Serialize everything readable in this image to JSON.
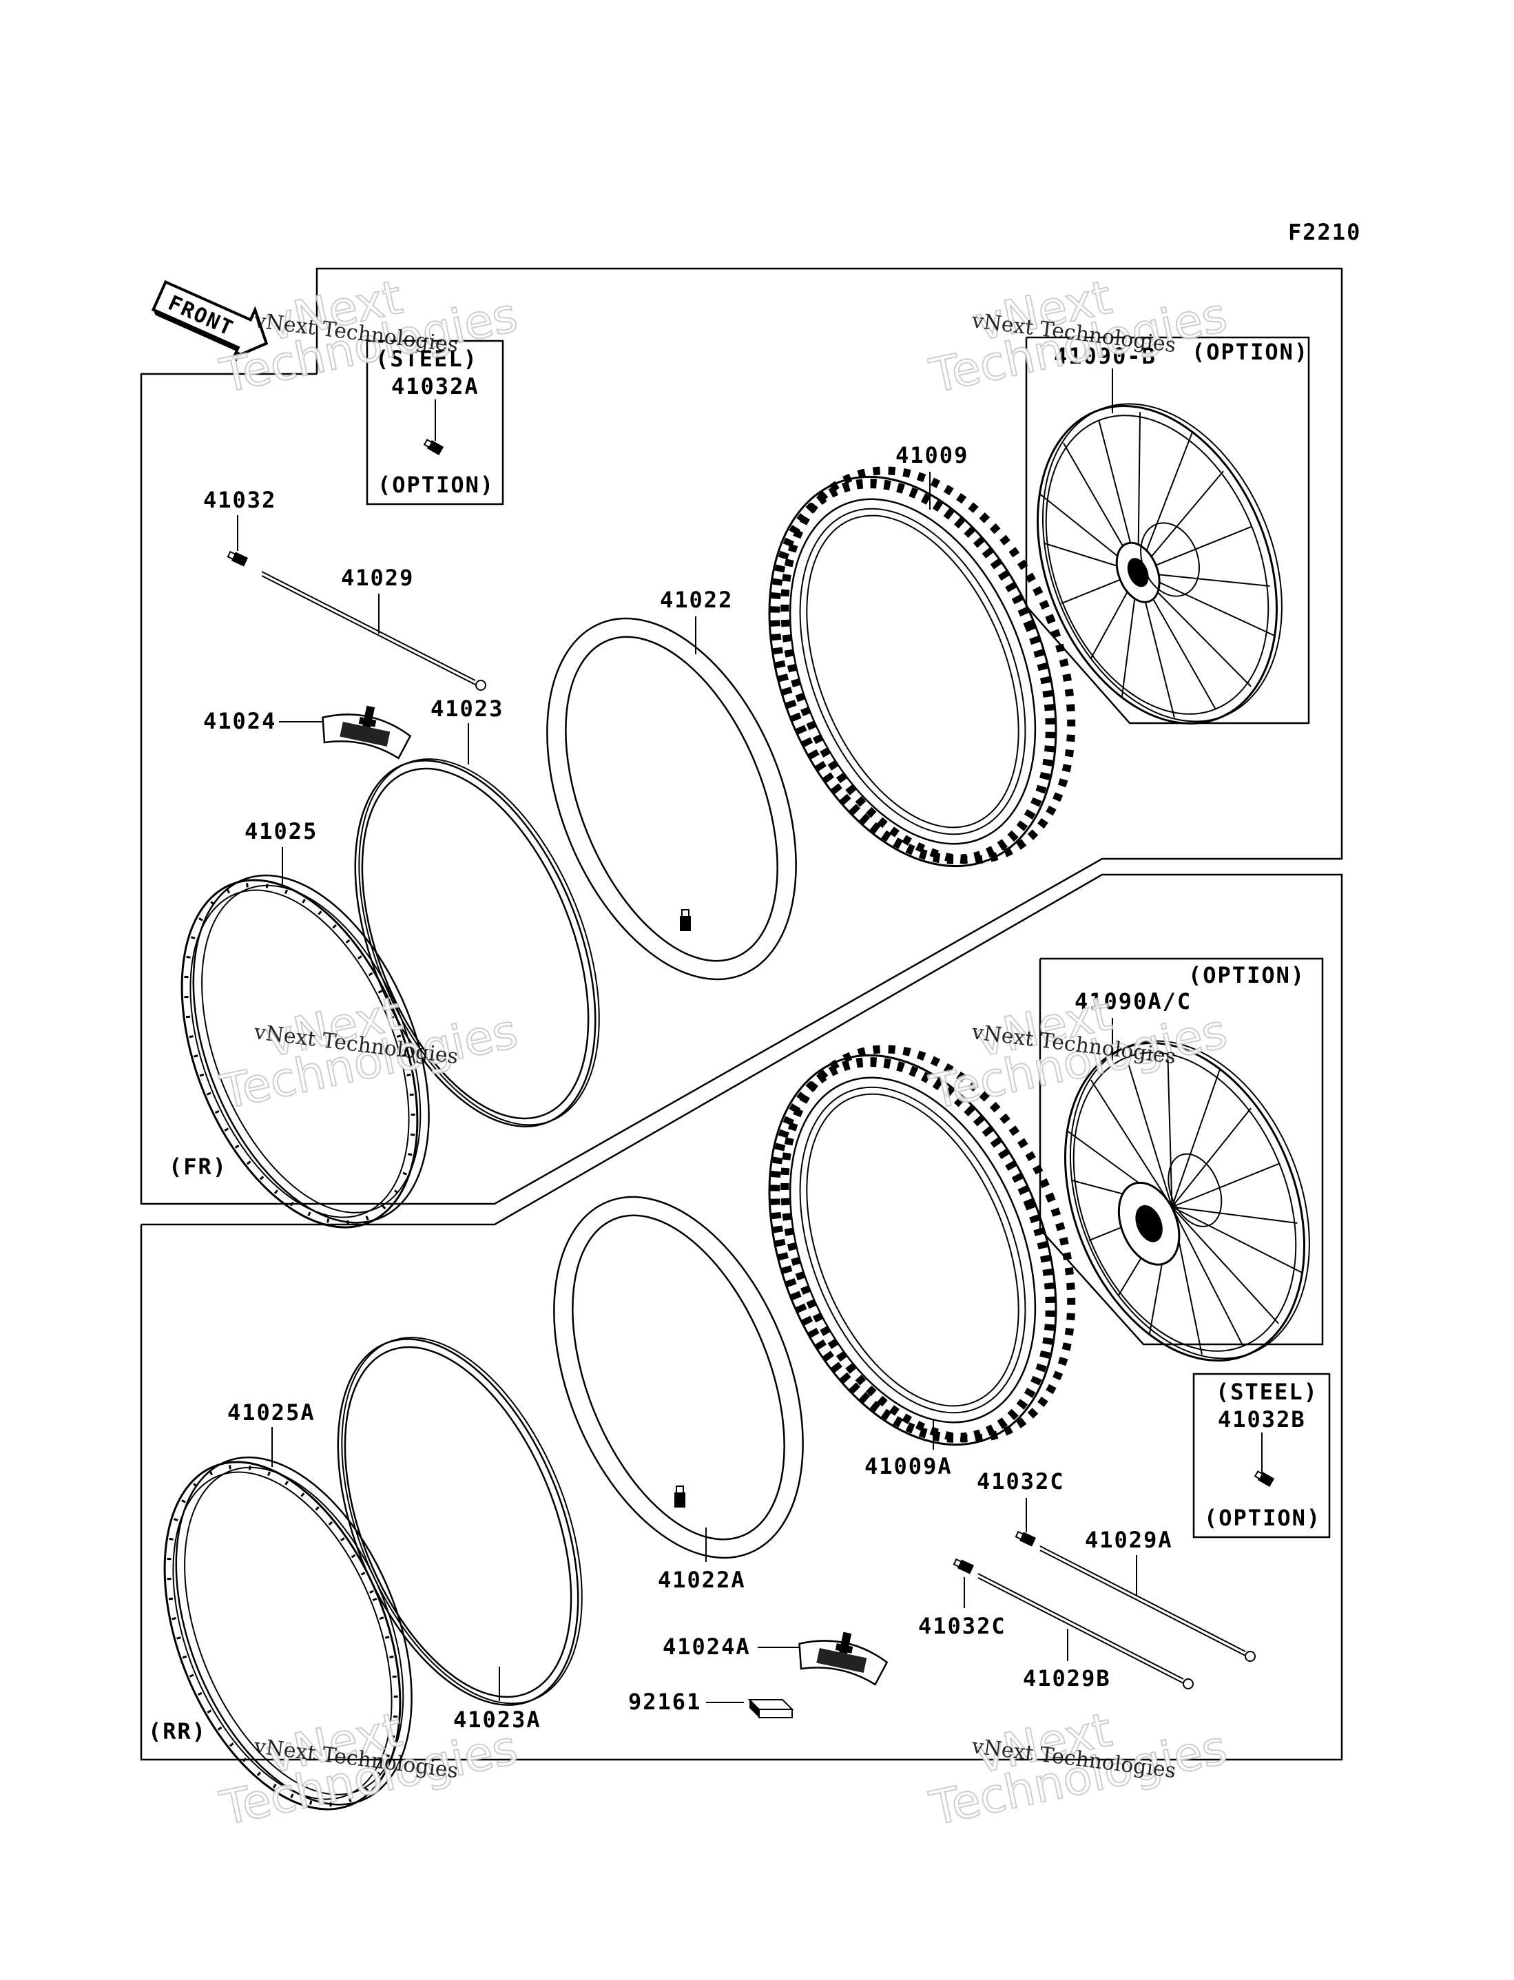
{
  "figure_code": "F2210",
  "front_arrow": "FRONT",
  "sections": {
    "front": "(FR)",
    "rear": "(RR)"
  },
  "boxes": {
    "steel_front": {
      "title": "(STEEL)",
      "part": "41032A",
      "note": "(OPTION)"
    },
    "wheel_front": {
      "part": "41090-B",
      "note": "(OPTION)"
    },
    "wheel_rear": {
      "part": "41090A/C",
      "note": "(OPTION)"
    },
    "steel_rear": {
      "title": "(STEEL)",
      "part": "41032B",
      "note": "(OPTION)"
    }
  },
  "front_parts": {
    "nipple": "41032",
    "spoke": "41029",
    "rim_band": "41023",
    "tube": "41022",
    "tire": "41009",
    "rim_lock": "41024",
    "rim": "41025"
  },
  "rear_parts": {
    "rim": "41025A",
    "rim_band": "41023A",
    "tube": "41022A",
    "tire": "41009A",
    "rim_lock": "41024A",
    "pad": "92161",
    "nipple_1": "41032C",
    "nipple_2": "41032C",
    "spoke_1": "41029A",
    "spoke_2": "41029B"
  },
  "watermark": {
    "line1": "vNext Technologies",
    "big1": "vNext",
    "big2": "Technologies"
  }
}
